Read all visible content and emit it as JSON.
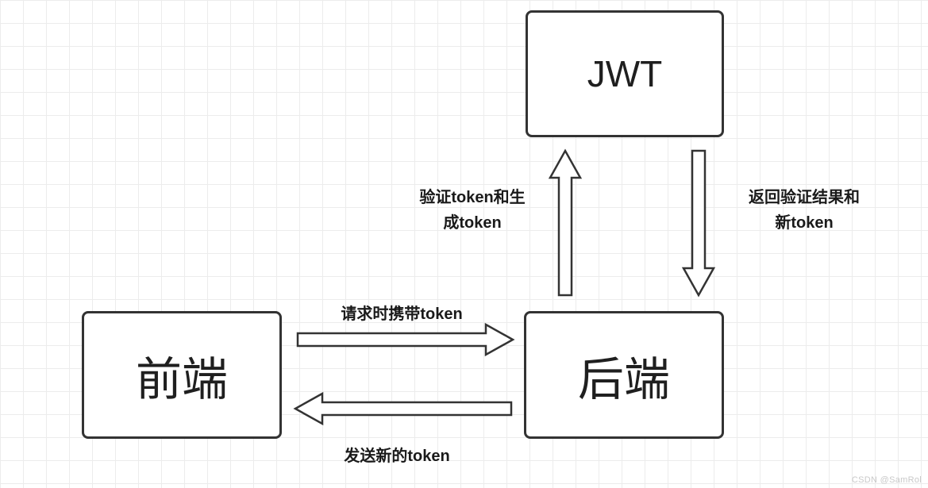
{
  "nodes": {
    "jwt": {
      "label": "JWT"
    },
    "frontend": {
      "label": "前端"
    },
    "backend": {
      "label": "后端"
    }
  },
  "edges": {
    "verify": {
      "direction": "up",
      "lines": [
        "验证token和生",
        "成token"
      ]
    },
    "result": {
      "direction": "down",
      "lines": [
        "返回验证结果和",
        "新token"
      ]
    },
    "request": {
      "direction": "right",
      "label": "请求时携带token"
    },
    "send": {
      "direction": "left",
      "label": "发送新的token"
    }
  },
  "watermark": "CSDN @SamRol",
  "colors": {
    "node_border": "#333333",
    "arrow_stroke": "#333333",
    "arrow_fill": "#ffffff",
    "label_text": "#1a1a1a",
    "grid_line": "#ececec",
    "background": "#ffffff",
    "watermark_text": "#c9c9c9"
  }
}
